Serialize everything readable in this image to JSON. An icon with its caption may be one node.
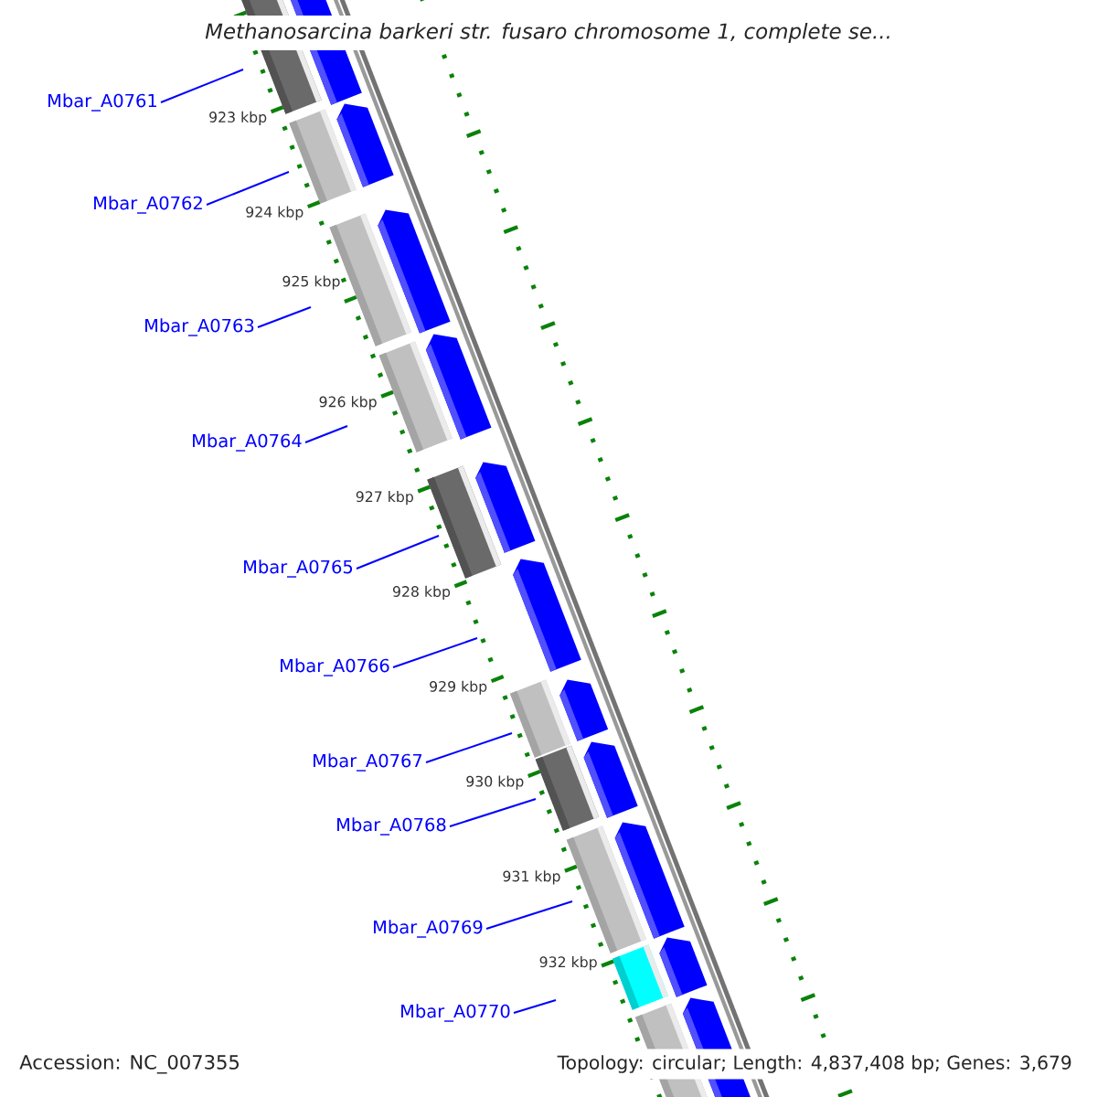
{
  "diagram": {
    "title": "Methanosarcina barkeri str. fusaro chromosome 1, complete se...",
    "nodes": [
      {
        "text": [
          "Mbar_A0761"
        ]
      },
      {
        "text": [
          "Mbar_A0762"
        ]
      },
      {
        "text": [
          "Mbar_A0763"
        ]
      },
      {
        "text": [
          "Mbar_A0764"
        ]
      },
      {
        "text": [
          "Mbar_A0765"
        ]
      },
      {
        "text": [
          "Mbar_A0766"
        ]
      },
      {
        "text": [
          "Mbar_A0767"
        ]
      },
      {
        "text": [
          "Mbar_A0768"
        ]
      },
      {
        "text": [
          "Mbar_A0769"
        ]
      },
      {
        "text": [
          "Mbar_A0770"
        ]
      }
    ],
    "edges": [
      {
        "from": 0,
        "to": null,
        "arrow": "none"
      },
      {
        "from": 1,
        "to": null,
        "arrow": "none"
      },
      {
        "from": 2,
        "to": null,
        "arrow": "none"
      },
      {
        "from": 3,
        "to": null,
        "arrow": "none"
      },
      {
        "from": 4,
        "to": null,
        "arrow": "none"
      },
      {
        "from": 5,
        "to": null,
        "arrow": "none"
      },
      {
        "from": 6,
        "to": null,
        "arrow": "none"
      },
      {
        "from": 7,
        "to": null,
        "arrow": "none"
      },
      {
        "from": 8,
        "to": null,
        "arrow": "none"
      },
      {
        "from": 9,
        "to": null,
        "arrow": "none"
      }
    ],
    "labels": [
      "923 kbp",
      "924 kbp",
      "925 kbp",
      "926 kbp",
      "927 kbp",
      "928 kbp",
      "929 kbp",
      "930 kbp",
      "931 kbp",
      "932 kbp",
      "Accession: NC_007355",
      "Topology: circular; Length: 4,837,408 bp; Genes: 3,679"
    ]
  }
}
